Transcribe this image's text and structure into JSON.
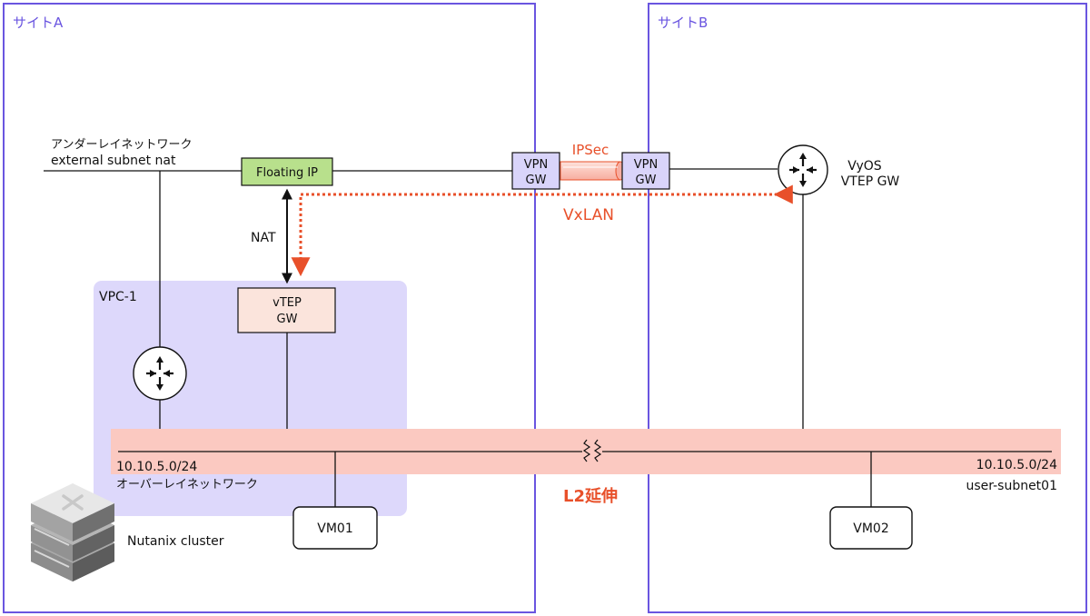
{
  "sites": {
    "a": {
      "label": "サイトA"
    },
    "b": {
      "label": "サイトB"
    }
  },
  "underlay": {
    "line1": "アンダーレイネットワーク",
    "line2": "external subnet nat"
  },
  "floating_ip": {
    "label": "Floating IP"
  },
  "nat": {
    "label": "NAT"
  },
  "vpc": {
    "label": "VPC-1"
  },
  "vtep": {
    "line1": "vTEP",
    "line2": "GW"
  },
  "vpn_a": {
    "line1": "VPN",
    "line2": "GW"
  },
  "vpn_b": {
    "line1": "VPN",
    "line2": "GW"
  },
  "ipsec": {
    "label": "IPSec"
  },
  "vxlan": {
    "label": "VxLAN"
  },
  "vyos": {
    "line1": "VyOS",
    "line2": "VTEP GW"
  },
  "overlay": {
    "subnet_left": "10.10.5.0/24",
    "name": "オーバーレイネットワーク",
    "subnet_right": "10.10.5.0/24",
    "name_right": "user-subnet01"
  },
  "l2": {
    "label": "L2延伸"
  },
  "vm01": {
    "label": "VM01"
  },
  "vm02": {
    "label": "VM02"
  },
  "cluster": {
    "label": "Nutanix cluster"
  },
  "colors": {
    "site_border": "#6a55e0",
    "vpc_fill": "#ddd8fb",
    "l2_band": "#fbc9c1",
    "floating_ip_fill": "#b8e08c",
    "vpn_fill": "#d9d4fa",
    "vtep_fill": "#fbe4dc",
    "accent": "#e8502a"
  }
}
